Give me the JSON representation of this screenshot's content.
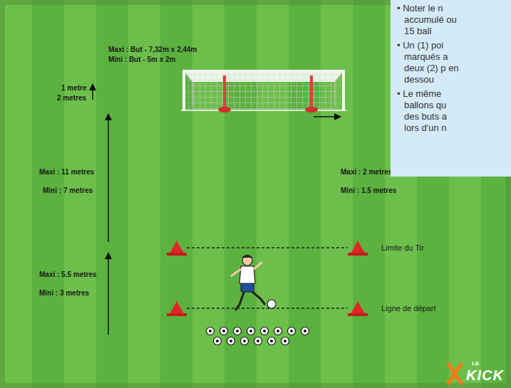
{
  "diagram": {
    "nodes": [
      {
        "text": [
          "• Noter le n accumulé ou 15 ball",
          "• Un (1) poi marqués a deux (2) p en dessou",
          "• Le même ballons qu des buts a lors d'un n"
        ]
      }
    ],
    "labels": [
      "Maxi : But - 7,32m x 2,44m",
      "Mini : But - 5m x 2m",
      "1 metre",
      "2 metres",
      "Maxi : 11 metres",
      "Mini : 7 metres",
      "Maxi : 2 metres",
      "Mini : 1.5 metres",
      "Limite du Tir",
      "Maxi : 5.5 metres",
      "Mini : 3 metres",
      "Ligne de départ",
      "LE",
      "KICK"
    ]
  }
}
